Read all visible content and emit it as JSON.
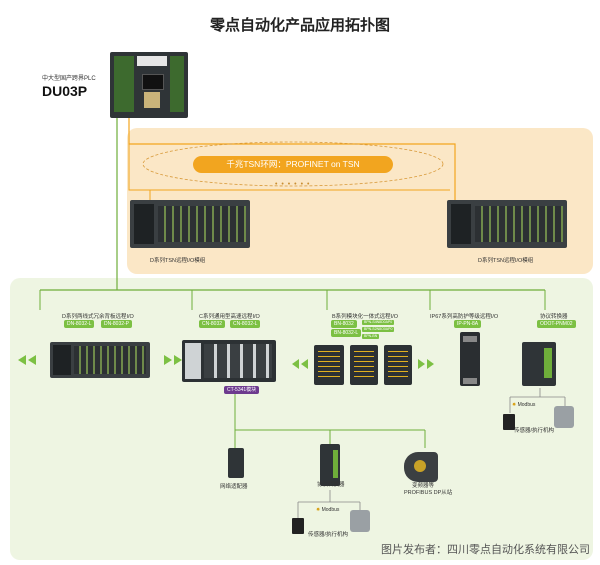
{
  "title": "零点自动化产品应用拓扑图",
  "plc": {
    "subtitle": "中大型国产跨界PLC",
    "name": "DU03P"
  },
  "tsn": {
    "ring_label": "千兆TSN环网：PROFINET on TSN",
    "left_module": "D系列TSN远程I/O模组",
    "right_module": "D系列TSN远程I/O模组"
  },
  "io": {
    "dn": {
      "caption": "D系列两线式冗余背板远程I/O",
      "tags": [
        "DN-8032-L",
        "DN-8032-P"
      ]
    },
    "cn": {
      "caption": "C系列通用型高速远程I/O",
      "tags": [
        "CN-8032",
        "CN-8032-L"
      ],
      "extra_tag": "CT-5341模块"
    },
    "bn": {
      "caption": "B系列模块化一体式远程I/O",
      "tags": [
        "BN-8032",
        "BN-8032-L"
      ],
      "small_tags": [
        "BPN-S4N8D0AP0",
        "BPN-S2N8O0AP0",
        "BPN-BN"
      ]
    },
    "ip67": {
      "caption": "IP67系列高防护等级远程I/O",
      "tags": [
        "IP-PN-8A"
      ]
    },
    "gateway": {
      "caption": "协议转换器",
      "tags": [
        "ODOT-PNM02"
      ]
    }
  },
  "sub": {
    "adapter": "网络适配器",
    "converter": "协议转换器",
    "inverter_line1": "变频器等",
    "inverter_line2": "PROFIBUS DP从站"
  },
  "modbus": {
    "label": "Modbus",
    "sensor_right": "传感器/执行机构",
    "sensor_bottom": "传感器/执行机构"
  },
  "watermark": "图片发布者：四川零点自动化系统有限公司",
  "colors": {
    "orange": "#f2a51f",
    "green": "#7cc043",
    "purple": "#6d3a8e"
  }
}
